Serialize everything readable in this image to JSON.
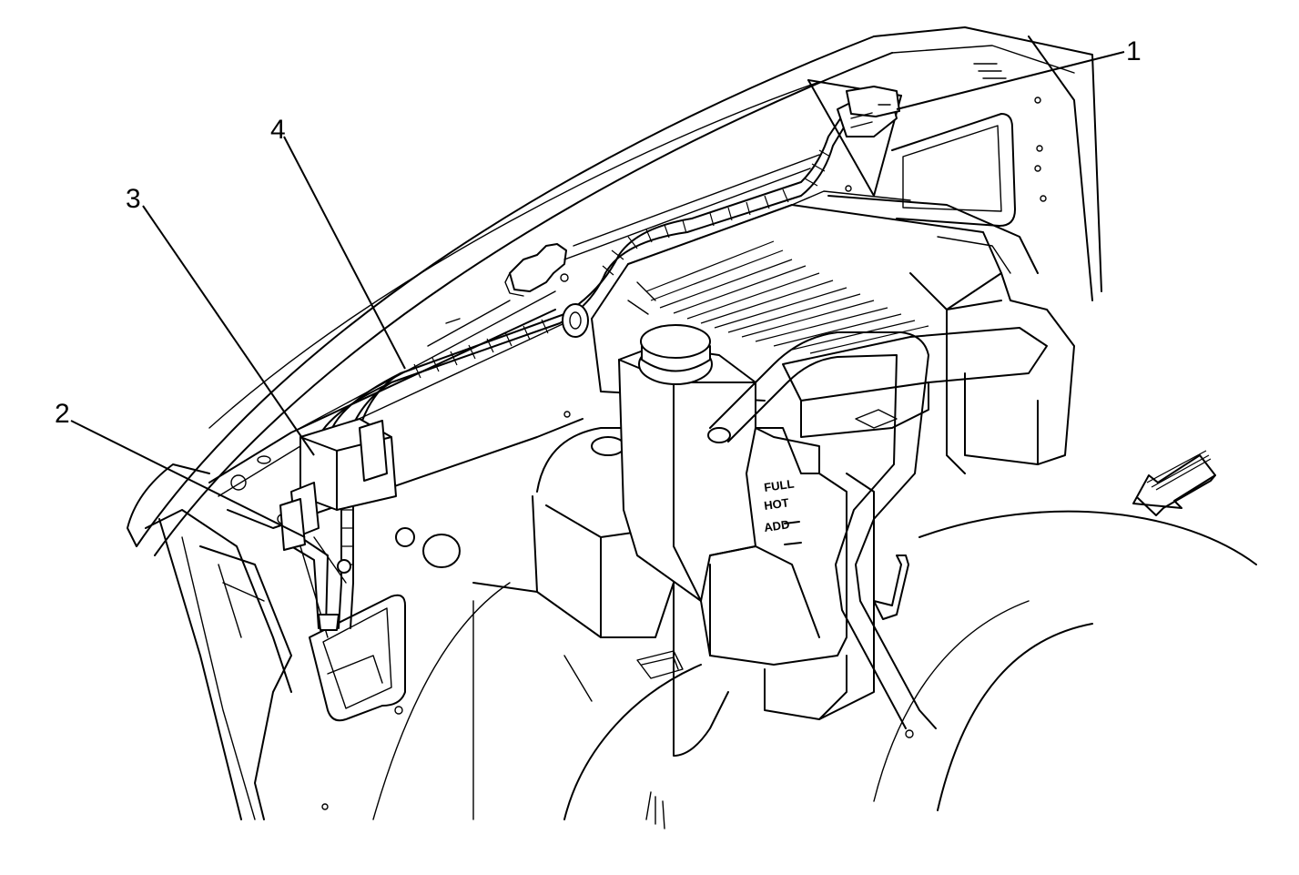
{
  "callouts": [
    {
      "id": "1",
      "label": "1"
    },
    {
      "id": "2",
      "label": "2"
    },
    {
      "id": "3",
      "label": "3"
    },
    {
      "id": "4",
      "label": "4"
    }
  ],
  "reservoir_markings": {
    "line1": "FULL",
    "line2": "HOT",
    "line3": "ADD"
  },
  "colors": {
    "line": "#000000",
    "background": "#ffffff"
  },
  "icons": [
    "front-direction-arrow-icon"
  ]
}
